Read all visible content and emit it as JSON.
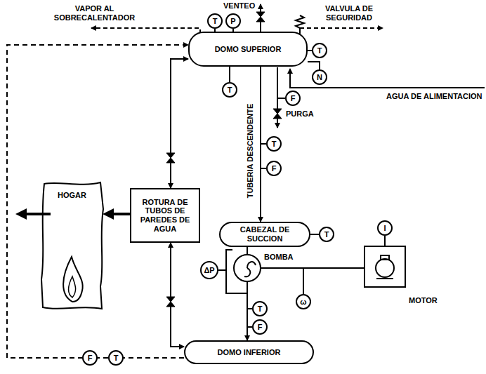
{
  "diagram": {
    "nodes": [
      {
        "text": [
          "DOMO SUPERIOR"
        ]
      },
      {
        "text": [
          "T"
        ]
      },
      {
        "text": [
          "P"
        ]
      },
      {
        "text": [
          "T"
        ]
      },
      {
        "text": [
          "N"
        ]
      },
      {
        "text": [
          "HOGAR"
        ]
      },
      {
        "text": [
          "ROTURA DE TUBOS DE PAREDES DE AGUA"
        ]
      },
      {
        "text": [
          "T"
        ]
      },
      {
        "text": [
          "F"
        ]
      },
      {
        "text": [
          "T"
        ]
      },
      {
        "text": [
          "F"
        ]
      },
      {
        "text": [
          "CABEZAL DE SUCCION"
        ]
      },
      {
        "text": [
          "T"
        ]
      },
      {
        "text": [
          "ΔP"
        ]
      },
      {
        "text": [
          "BOMBA"
        ]
      },
      {
        "text": [
          "MOTOR"
        ]
      },
      {
        "text": [
          "I"
        ]
      },
      {
        "text": [
          "ω"
        ]
      },
      {
        "text": [
          "T"
        ]
      },
      {
        "text": [
          "F"
        ]
      },
      {
        "text": [
          "DOMO INFERIOR"
        ]
      },
      {
        "text": [
          "F"
        ]
      },
      {
        "text": [
          "T"
        ]
      }
    ],
    "edges": [
      {
        "from": 0,
        "to": 6,
        "arrow": "both"
      },
      {
        "from": 6,
        "to": 20,
        "arrow": "both"
      },
      {
        "from": 0,
        "to": 11,
        "arrow": "to"
      },
      {
        "from": 11,
        "to": 14,
        "arrow": "none"
      },
      {
        "from": 14,
        "to": 20,
        "arrow": "to"
      },
      {
        "from": 15,
        "to": 14,
        "arrow": "none"
      },
      {
        "from": 20,
        "to": 0,
        "arrow": "to"
      },
      {
        "from": 6,
        "to": 5,
        "arrow": "to"
      },
      {
        "from": 1,
        "to": 0,
        "arrow": "none"
      },
      {
        "from": 2,
        "to": 0,
        "arrow": "none"
      },
      {
        "from": 3,
        "to": 0,
        "arrow": "none"
      },
      {
        "from": 4,
        "to": 0,
        "arrow": "none"
      },
      {
        "from": 7,
        "to": 0,
        "arrow": "none"
      },
      {
        "from": 12,
        "to": 11,
        "arrow": "none"
      },
      {
        "from": 16,
        "to": 15,
        "arrow": "none"
      }
    ],
    "labels": [
      "VAPOR AL SOBRECALENTADOR",
      "VENTEO",
      "VALVULA DE SEGURIDAD",
      "AGUA DE ALIMENTACION",
      "PURGA",
      "TUBERIA DESCENDENTE"
    ]
  }
}
